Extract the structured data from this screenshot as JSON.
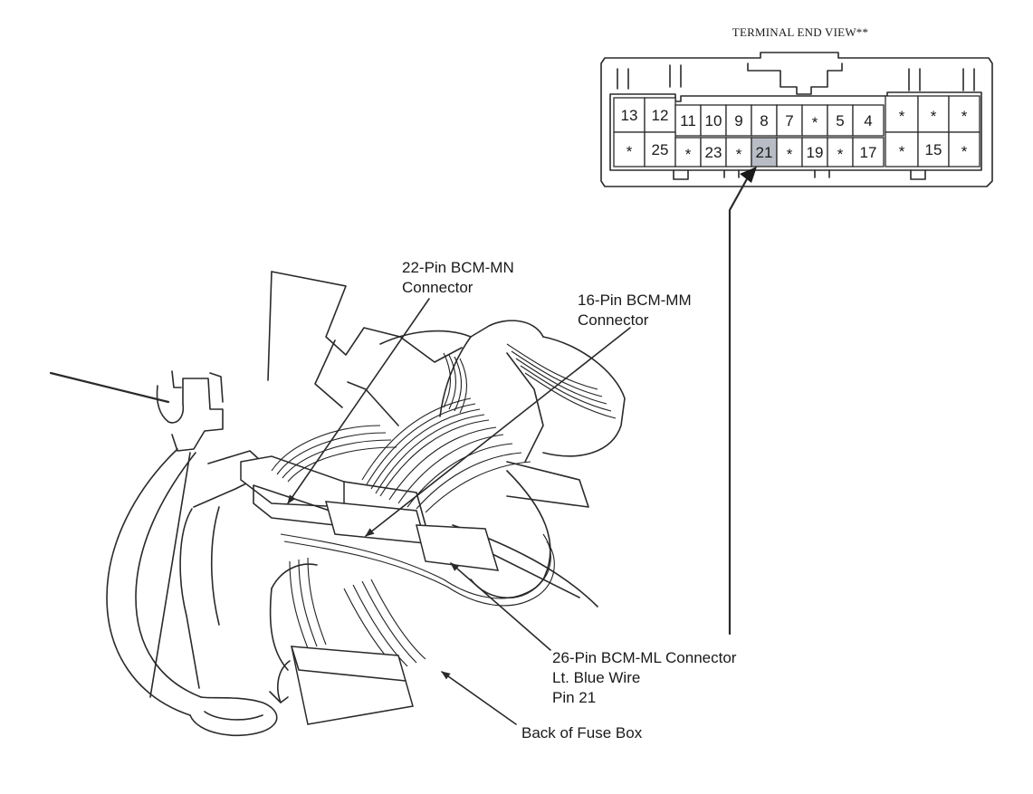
{
  "connector_view": {
    "caption": "TERMINAL END VIEW**",
    "highlight_color": "#b8bcc4",
    "rows": [
      [
        "13",
        "12",
        "11",
        "10",
        "9",
        "8",
        "7",
        "*",
        "5",
        "4",
        "*",
        "*",
        "*"
      ],
      [
        "*",
        "25",
        "*",
        "23",
        "*",
        "21",
        "*",
        "19",
        "*",
        "17",
        "*",
        "15",
        "*"
      ]
    ]
  },
  "callouts": {
    "bcm_mn": {
      "line1": "22-Pin BCM-MN",
      "line2": "Connector"
    },
    "bcm_mm": {
      "line1": "16-Pin BCM-MM",
      "line2": "Connector"
    },
    "bcm_ml": {
      "line1": "26-Pin BCM-ML Connector",
      "line2": "Lt. Blue Wire",
      "line3": "Pin 21"
    },
    "fuse_box": {
      "line1": "Back of Fuse Box"
    }
  }
}
